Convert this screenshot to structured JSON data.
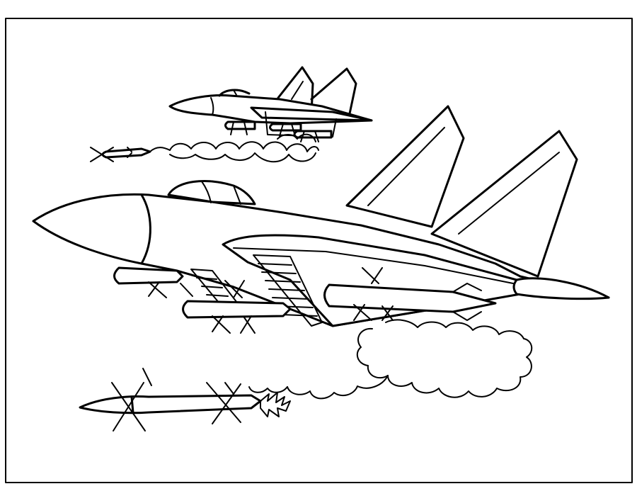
{
  "page": {
    "background_color": "#ffffff",
    "ink_color": "#000000"
  },
  "artwork": {
    "style": "black line art coloring page",
    "objects": [
      "lead-fighter-jet",
      "trailing-fighter-jet",
      "launched-missile-large",
      "launched-missile-small",
      "exhaust-smoke-trail-large",
      "exhaust-smoke-trail-small"
    ]
  }
}
